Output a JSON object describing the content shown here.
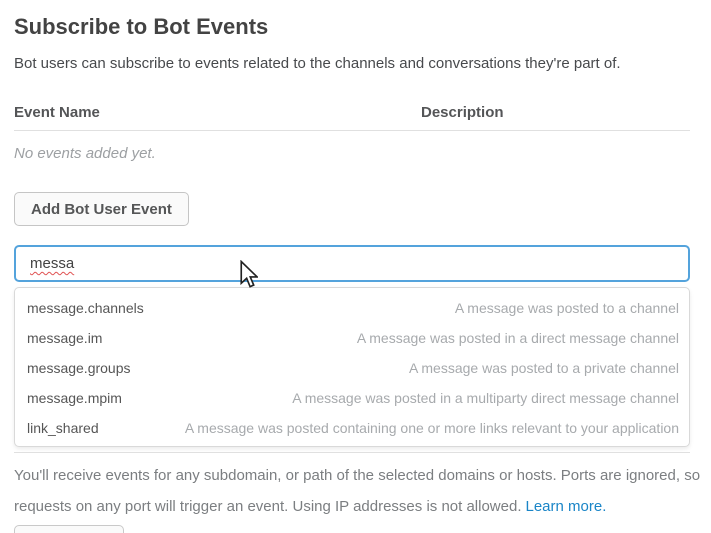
{
  "page": {
    "title": "Subscribe to Bot Events",
    "subtitle": "Bot users can subscribe to events related to the channels and conversations they're part of."
  },
  "events_table": {
    "columns": [
      "Event Name",
      "Description"
    ],
    "empty_message": "No events added yet."
  },
  "buttons": {
    "add_bot_user_event": "Add Bot User Event"
  },
  "event_search": {
    "value": "messa",
    "suggestions": [
      {
        "name": "message.channels",
        "description": "A message was posted to a channel"
      },
      {
        "name": "message.im",
        "description": "A message was posted in a direct message channel"
      },
      {
        "name": "message.groups",
        "description": "A message was posted to a private channel"
      },
      {
        "name": "message.mpim",
        "description": "A message was posted in a multiparty direct message channel"
      },
      {
        "name": "link_shared",
        "description": "A message was posted containing one or more links relevant to your application"
      }
    ]
  },
  "footer": {
    "line1": "You'll receive events for any subdomain, or path of the selected domains or hosts. Ports are ignored, so",
    "line2": "requests on any port will trigger an event. Using IP addresses is not allowed.",
    "link_label": "Learn more."
  },
  "colors": {
    "focus_border": "#54a3dc",
    "link": "#1a85c7",
    "heading_text": "#434343",
    "muted_text": "#9da0a3",
    "suggestion_desc": "#a7aaad",
    "spellcheck_underline": "#e05252"
  }
}
